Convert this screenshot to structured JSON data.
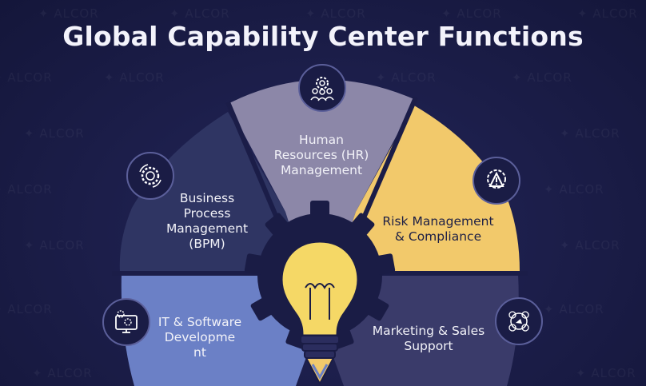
{
  "title": "Global Capability Center Functions",
  "watermark_text": "ALCOR",
  "segments": [
    {
      "label": "Human Resources (HR) Management",
      "lines": [
        "Human",
        "Resources (HR)",
        "Management"
      ],
      "icon": "people-gear-icon",
      "color": "#8c87a8"
    },
    {
      "label": "Risk Management & Compliance",
      "lines": [
        "Risk Management",
        "& Compliance"
      ],
      "icon": "warning-gear-icon",
      "color": "#f2c96b"
    },
    {
      "label": "Marketing & Sales Support",
      "lines": [
        "Marketing & Sales",
        "Support"
      ],
      "icon": "social-media-icon",
      "color": "#3a3b6a"
    },
    {
      "label": "IT & Software Development",
      "lines": [
        "IT & Software",
        "Developme",
        "nt"
      ],
      "icon": "computer-gear-icon",
      "color": "#6b80c6"
    },
    {
      "label": "Business Process Management (BPM)",
      "lines": [
        "Business",
        "Process",
        "Management",
        "(BPM)"
      ],
      "icon": "process-gear-icon",
      "color": "#2f3563"
    }
  ],
  "center_icon": "lightbulb-icon",
  "colors": {
    "background": "#1b1d48",
    "gear": "#1a1c45",
    "bulb": "#f5d866"
  }
}
